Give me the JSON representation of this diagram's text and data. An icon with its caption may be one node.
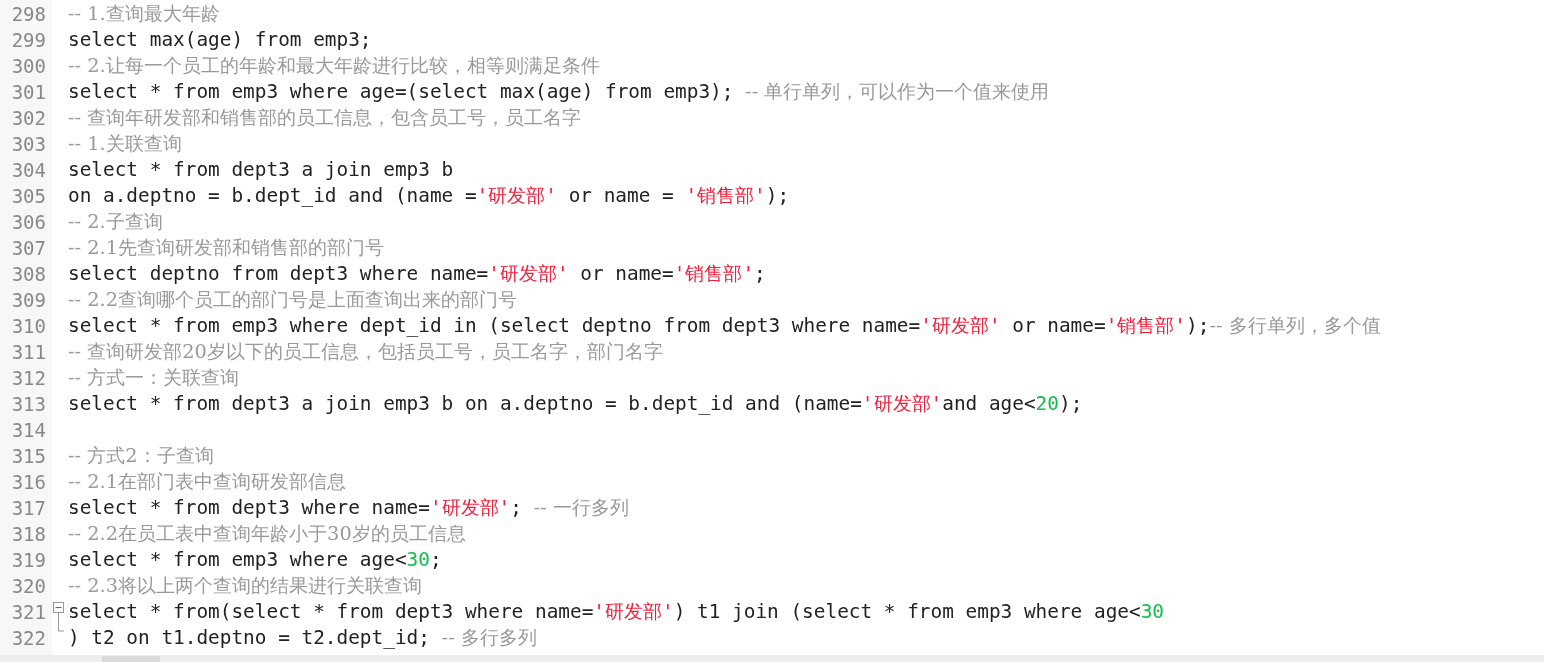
{
  "diagram": {
    "labels": [
      "298",
      "-- 1.查询最大年龄",
      "299",
      "select max(age) from emp3;",
      "300",
      "-- 2.让每一个员工的年龄和最大年龄进行比较，相等则满足条件",
      "301",
      "select * from emp3 where age=(select max(age) from emp3); -- 单行单列，可以作为一个值来使用",
      "302",
      "-- 查询年研发部和销售部的员工信息，包含员工号，员工名字",
      "303",
      "-- 1.关联查询",
      "304",
      "select * from dept3 a join emp3 b",
      "305",
      "on a.deptno = b.dept_id and (name ='研发部' or name = '销售部');",
      "306",
      "-- 2.子查询",
      "307",
      "-- 2.1先查询研发部和销售部的部门号",
      "308",
      "select deptno from dept3 where name='研发部' or name='销售部';",
      "309",
      "-- 2.2查询哪个员工的部门号是上面查询出来的部门号",
      "310",
      "select * from emp3 where dept_id in (select deptno from dept3 where name='研发部' or name='销售部');-- 多行单列，多个值",
      "311",
      "-- 查询研发部20岁以下的员工信息，包括员工号，员工名字，部门名字",
      "312",
      "-- 方式一：关联查询",
      "313",
      "select * from dept3 a join emp3 b on a.deptno = b.dept_id and (name='研发部'and age<20);",
      "314",
      "315",
      "-- 方式2：子查询",
      "316",
      "-- 2.1在部门表中查询研发部信息",
      "317",
      "select * from dept3 where name='研发部'; -- 一行多列",
      "318",
      "-- 2.2在员工表中查询年龄小于30岁的员工信息",
      "319",
      "select * from emp3 where age<30;",
      "320",
      "-- 2.3将以上两个查询的结果进行关联查询",
      "321",
      "select * from(select * from dept3 where name='研发部') t1 join (select * from emp3 where age<30",
      "322",
      ") t2 on t1.deptno = t2.dept_id; -- 多行多列"
    ]
  }
}
